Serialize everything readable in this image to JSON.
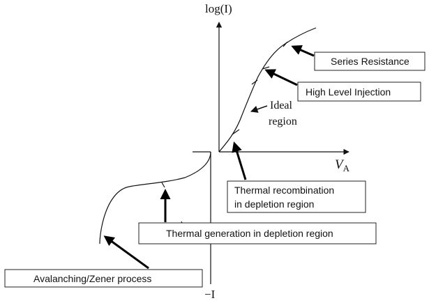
{
  "axes": {
    "y_label": "log(I)",
    "x_label_main": "V",
    "x_label_sub": "A",
    "neg_label": "−I"
  },
  "annotations": {
    "ideal_line1": "Ideal",
    "ideal_line2": "region",
    "series_resistance": "Series Resistance",
    "high_level_injection": "High Level Injection",
    "thermal_recomb_line1": "Thermal recombination",
    "thermal_recomb_line2": "in depletion region",
    "thermal_generation": "Thermal generation in depletion region",
    "avalanching": "Avalanching/Zener process"
  },
  "colors": {
    "stroke": "#111111",
    "box_fill": "#ffffff"
  }
}
